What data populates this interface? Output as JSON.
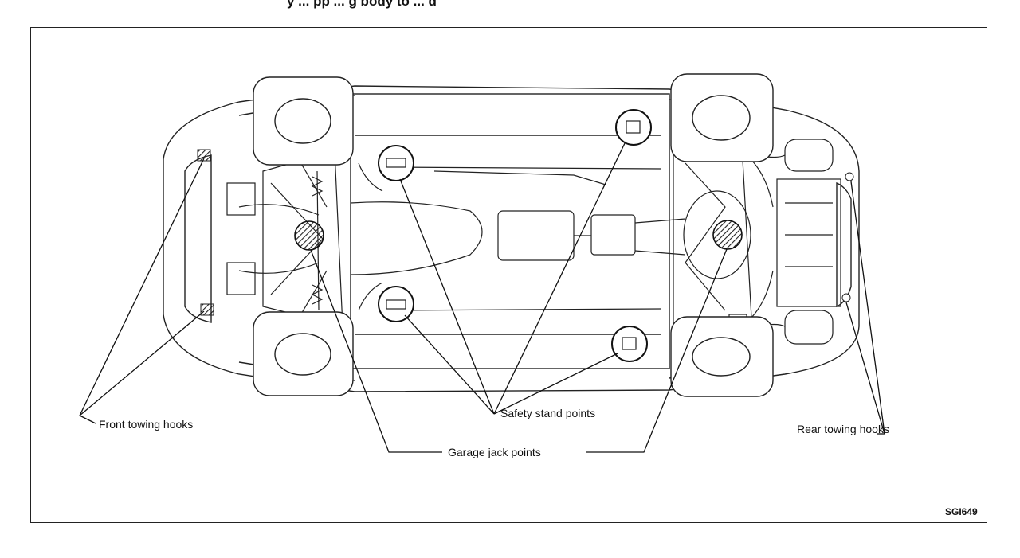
{
  "header": {
    "text": "y ... pp ... g body to ... d"
  },
  "labels": {
    "front_towing_hooks": "Front towing hooks",
    "safety_stand_points": "Safety stand points",
    "garage_jack_points": "Garage jack points",
    "rear_towing_hooks": "Rear towing hooks"
  },
  "figure_code": "SGI649",
  "colors": {
    "line": "#222222",
    "hatch": "#333333",
    "background": "#ffffff"
  }
}
